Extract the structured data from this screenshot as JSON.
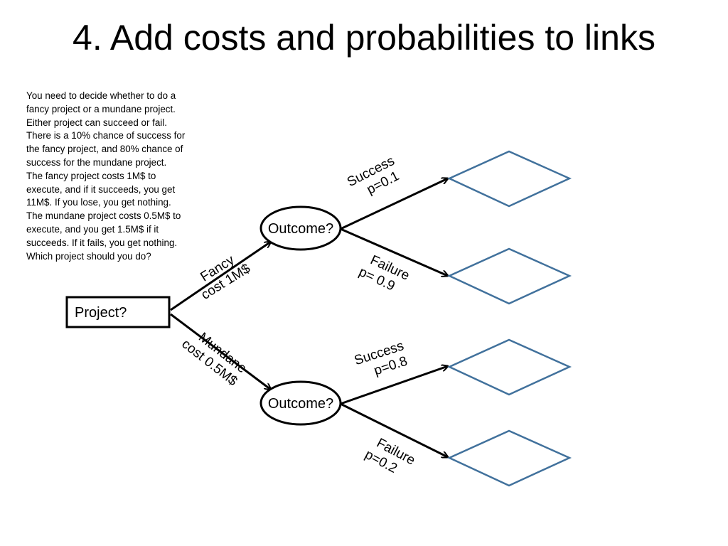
{
  "slide": {
    "title": "4.  Add costs and probabilities to links",
    "description_lines": [
      "You need to decide whether to do a",
      "fancy project or a mundane project.",
      "Either project can succeed or fail.",
      "There is a 10% chance of success for",
      "the fancy project, and 80% chance of",
      "success for the mundane project.",
      "The fancy project costs 1M$ to",
      "execute, and if it succeeds, you get",
      "11M$.  If you lose, you get nothing.",
      "The mundane project costs 0.5M$ to",
      "execute, and you get 1.5M$ if it",
      "succeeds.  If it fails, you get nothing.",
      "Which project should you do?"
    ]
  },
  "tree": {
    "root": {
      "label": "Project?"
    },
    "branches": {
      "fancy": {
        "name": "Fancy",
        "cost": "cost 1M$"
      },
      "mundane": {
        "name": "Mundane",
        "cost": "cost 0.5M$"
      }
    },
    "chance_nodes": {
      "fancy": {
        "label": "Outcome?"
      },
      "mundane": {
        "label": "Outcome?"
      }
    },
    "outcome_edges": {
      "fancy_success": {
        "line1": "Success",
        "line2": "p=0.1"
      },
      "fancy_failure": {
        "line1": "Failure",
        "line2": "p= 0.9"
      },
      "mundane_success": {
        "line1": "Success",
        "line2": "p=0.8"
      },
      "mundane_failure": {
        "line1": "Failure",
        "line2": "p=0.2"
      }
    }
  },
  "colors": {
    "leaf_stroke": "#41719c",
    "line": "#000000"
  }
}
